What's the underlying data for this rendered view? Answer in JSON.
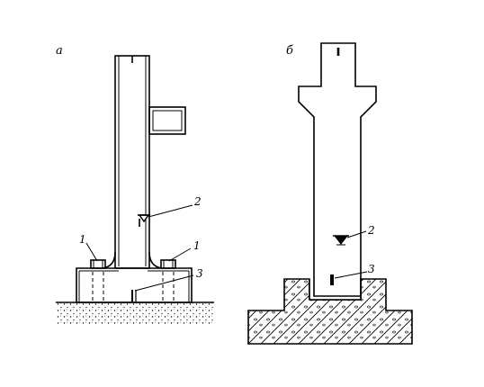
{
  "diagram": {
    "panel_a": {
      "label": "а",
      "callouts": [
        {
          "id": "left-bolt",
          "text": "1"
        },
        {
          "id": "right-bolt",
          "text": "1"
        },
        {
          "id": "level-mark",
          "text": "2"
        },
        {
          "id": "axis-mark",
          "text": "3"
        }
      ]
    },
    "panel_b": {
      "label": "б",
      "callouts": [
        {
          "id": "level-mark",
          "text": "2"
        },
        {
          "id": "axis-mark",
          "text": "3"
        }
      ]
    }
  },
  "colors": {
    "line": "#000000",
    "background": "#ffffff"
  }
}
